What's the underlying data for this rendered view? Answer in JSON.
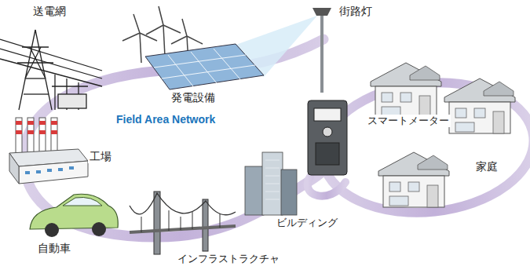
{
  "diagram": {
    "labels": [
      "送電網",
      "街路灯",
      "発電設備",
      "Field Area Network",
      "スマートメーター",
      "工場",
      "家庭",
      "ビルディング",
      "自動車",
      "インフラストラクチャ"
    ]
  }
}
